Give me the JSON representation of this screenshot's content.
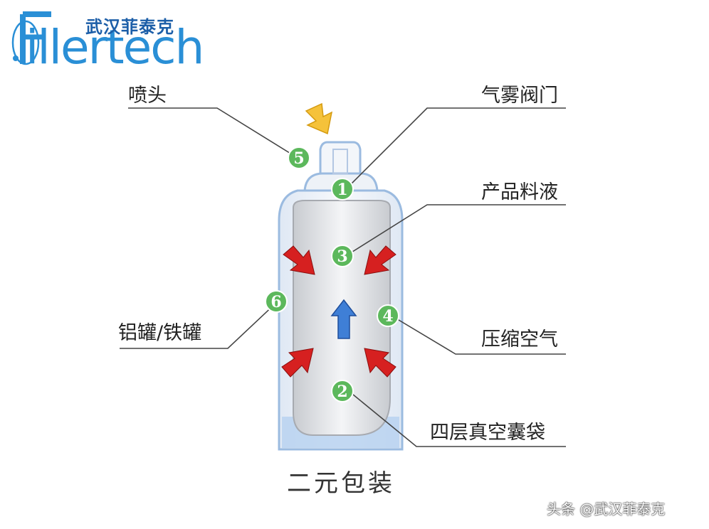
{
  "logo": {
    "chinese": "武汉菲泰克",
    "english": "illertech",
    "initial": "F"
  },
  "labels": {
    "nozzle": "喷头",
    "valve": "气雾阀门",
    "product": "产品料液",
    "can": "铝罐/铁罐",
    "air": "压缩空气",
    "bag": "四层真空囊袋"
  },
  "markers": [
    "1",
    "2",
    "3",
    "4",
    "5",
    "6"
  ],
  "caption": "二元包装",
  "watermark": "头条 @武汉菲泰克",
  "colors": {
    "marker": "#5cb85c",
    "pressure_arrow": "#d62020",
    "flow_arrow": "#3f7fd6",
    "push_arrow": "#f5c23a",
    "can_outline": "#9bbbe0"
  }
}
